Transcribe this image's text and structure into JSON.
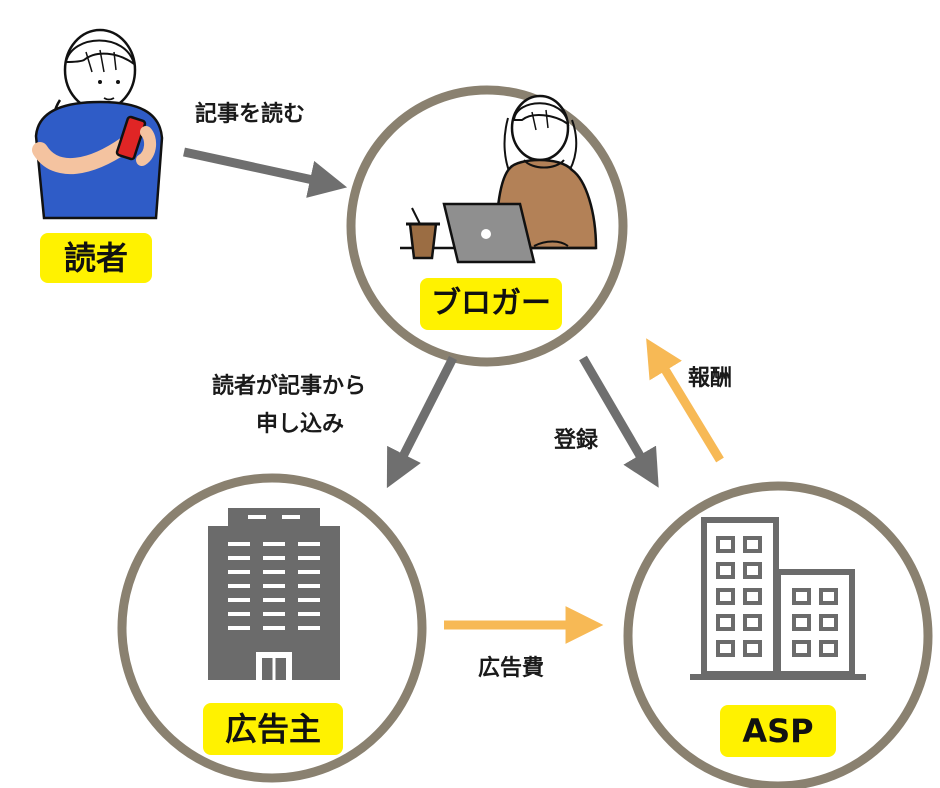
{
  "nodes": {
    "reader": {
      "label": "読者"
    },
    "blogger": {
      "label": "ブロガー"
    },
    "advertiser": {
      "label": "広告主"
    },
    "asp": {
      "label": "ASP"
    }
  },
  "edges": {
    "read_article": "記事を読む",
    "apply": {
      "line1": "読者が記事から",
      "line2": "申し込み"
    },
    "register": "登録",
    "reward": "報酬",
    "ad_fee": "広告費"
  },
  "colors": {
    "circle_border": "#8a8170",
    "gray_arrow": "#6f6f6f",
    "orange_arrow": "#f7b955",
    "label_highlight": "#fff200",
    "building": "#6b6b6b"
  },
  "icons": {
    "reader": "person-reading-phone-icon",
    "blogger": "blogger-with-laptop-icon",
    "advertiser": "office-tower-icon",
    "asp": "office-buildings-icon"
  }
}
